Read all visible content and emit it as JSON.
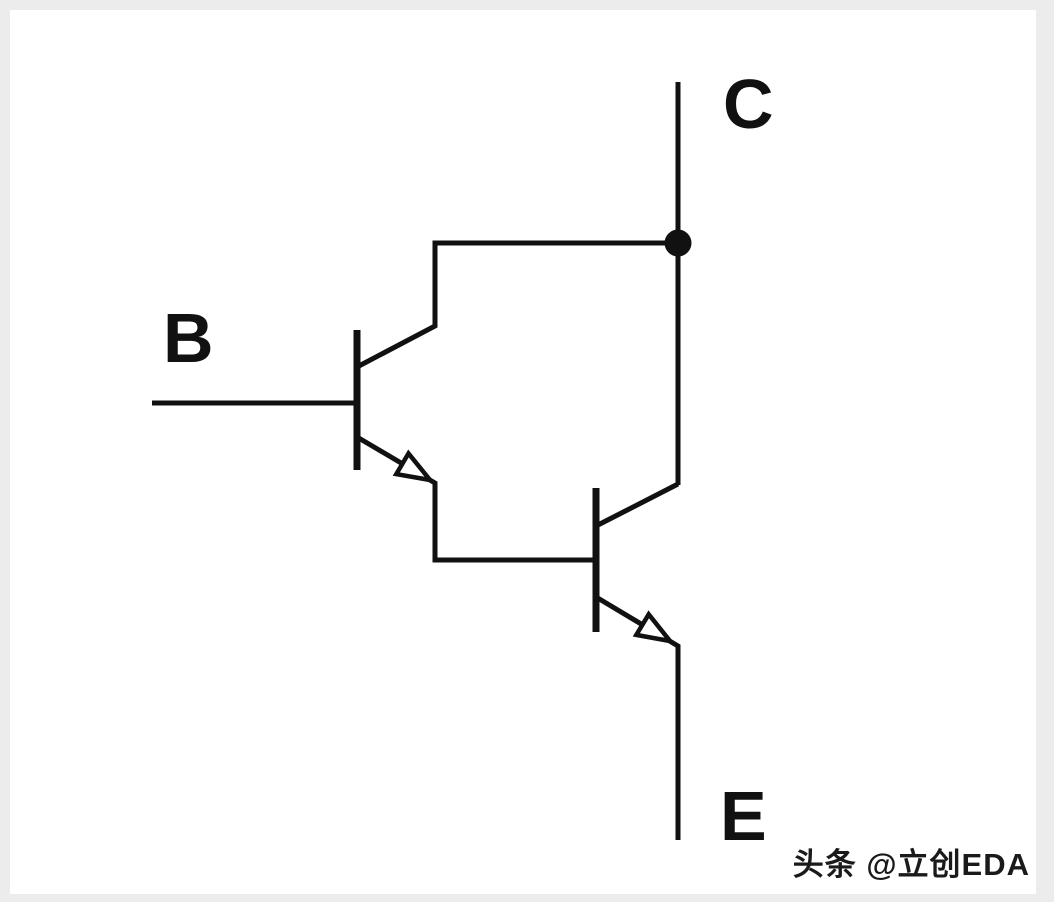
{
  "diagram": {
    "type": "schematic",
    "description": "NPN Darlington transistor pair: base B drives transistor Q1 whose emitter feeds the base of Q2; both collectors join at a dotted junction on the collector line C; Q2 emitter goes to terminal E.",
    "terminals": {
      "base": "B",
      "collector": "C",
      "emitter": "E"
    },
    "components": [
      {
        "id": "Q1",
        "kind": "npn-transistor",
        "role": "input-driver"
      },
      {
        "id": "Q2",
        "kind": "npn-transistor",
        "role": "output"
      }
    ],
    "junctions": [
      {
        "name": "collector-junction",
        "shape": "filled-dot"
      }
    ],
    "watermark": "头条 @立创EDA",
    "colors": {
      "line": "#111111",
      "panel": "#ffffff",
      "frame": "#ececec",
      "watermark": "#1a1a1a"
    }
  }
}
